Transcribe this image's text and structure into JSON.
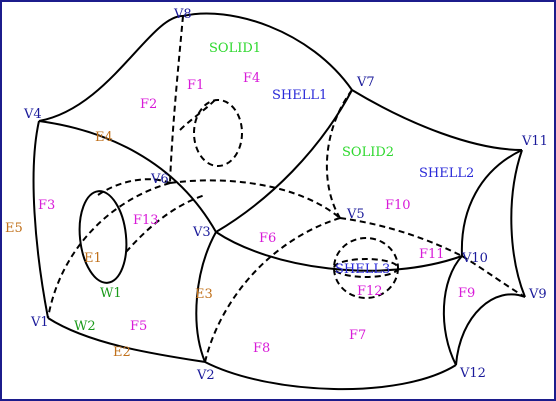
{
  "colors": {
    "frame": "#1c1c8c",
    "edge": "#000000",
    "vertex": "#1a1a9a",
    "face": "#d81ad8",
    "edge_label": "#c0701a",
    "solid": "#2ed82e",
    "wire": "#1a9a1a",
    "shell": "#2a2ad8"
  },
  "vertices": [
    {
      "id": "v8",
      "text": "V8"
    },
    {
      "id": "v7",
      "text": "V7"
    },
    {
      "id": "v4",
      "text": "V4"
    },
    {
      "id": "v11",
      "text": "V11"
    },
    {
      "id": "v6",
      "text": "V6"
    },
    {
      "id": "v5",
      "text": "V5"
    },
    {
      "id": "v3",
      "text": "V3"
    },
    {
      "id": "v10",
      "text": "V10"
    },
    {
      "id": "v1",
      "text": "V1"
    },
    {
      "id": "v9",
      "text": "V9"
    },
    {
      "id": "v2",
      "text": "V2"
    },
    {
      "id": "v12",
      "text": "V12"
    }
  ],
  "faces": [
    {
      "id": "f1",
      "text": "F1"
    },
    {
      "id": "f2",
      "text": "F2"
    },
    {
      "id": "f4",
      "text": "F4"
    },
    {
      "id": "f3",
      "text": "F3"
    },
    {
      "id": "f13",
      "text": "F13"
    },
    {
      "id": "f10",
      "text": "F10"
    },
    {
      "id": "f6",
      "text": "F6"
    },
    {
      "id": "f11",
      "text": "F11"
    },
    {
      "id": "f9",
      "text": "F9"
    },
    {
      "id": "f12",
      "text": "F12"
    },
    {
      "id": "f5",
      "text": "F5"
    },
    {
      "id": "f7",
      "text": "F7"
    },
    {
      "id": "f8",
      "text": "F8"
    }
  ],
  "edges": [
    {
      "id": "e4",
      "text": "E4"
    },
    {
      "id": "e5",
      "text": "E5"
    },
    {
      "id": "e1",
      "text": "E1"
    },
    {
      "id": "e3",
      "text": "E3"
    },
    {
      "id": "e2",
      "text": "E2"
    }
  ],
  "solids": [
    {
      "id": "solid1",
      "text": "SOLID1"
    },
    {
      "id": "solid2",
      "text": "SOLID2"
    }
  ],
  "shells": [
    {
      "id": "shell1",
      "text": "SHELL1"
    },
    {
      "id": "shell2",
      "text": "SHELL2"
    },
    {
      "id": "shell3",
      "text": "SHELL3"
    }
  ],
  "wires": [
    {
      "id": "w1",
      "text": "W1"
    },
    {
      "id": "w2",
      "text": "W2"
    }
  ]
}
